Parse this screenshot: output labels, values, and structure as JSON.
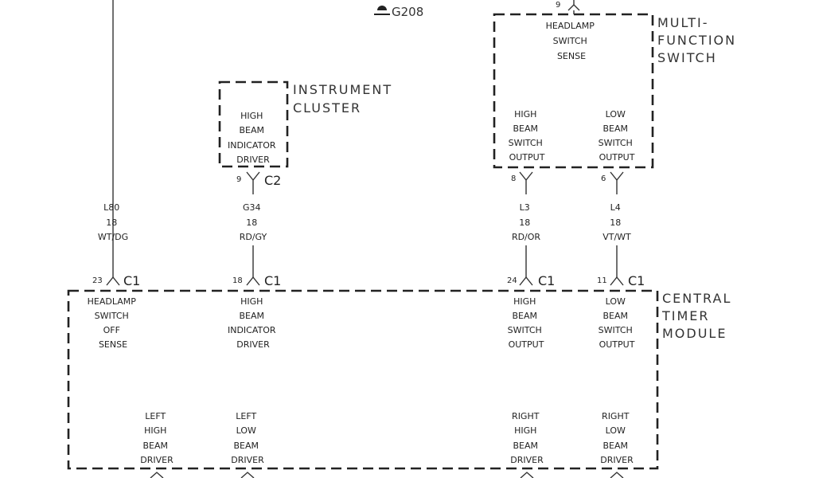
{
  "ground": {
    "label": "G208"
  },
  "boxes": {
    "mfs": {
      "title": [
        "MULTI-",
        "FUNCTION",
        "SWITCH"
      ]
    },
    "ic": {
      "title": [
        "INSTRUMENT",
        "CLUSTER"
      ]
    },
    "ctm": {
      "title": [
        "CENTRAL",
        "TIMER",
        "MODULE"
      ]
    }
  },
  "mfs_pins": {
    "top": {
      "pin": "9",
      "label": [
        "HEADLAMP",
        "SWITCH",
        "SENSE"
      ]
    },
    "high": {
      "pin": "8",
      "label": [
        "HIGH",
        "BEAM",
        "SWITCH",
        "OUTPUT"
      ]
    },
    "low": {
      "pin": "6",
      "label": [
        "LOW",
        "BEAM",
        "SWITCH",
        "OUTPUT"
      ]
    }
  },
  "ic_pin": {
    "pin": "9",
    "connector": "C2",
    "label": [
      "HIGH",
      "BEAM",
      "INDICATOR",
      "DRIVER"
    ]
  },
  "wires": [
    {
      "code": [
        "L80",
        "18",
        "WT/DG"
      ]
    },
    {
      "code": [
        "G34",
        "18",
        "RD/GY"
      ]
    },
    {
      "code": [
        "L3",
        "18",
        "RD/OR"
      ]
    },
    {
      "code": [
        "L4",
        "18",
        "VT/WT"
      ]
    }
  ],
  "ctm_top_pins": [
    {
      "pin": "23",
      "connector": "C1",
      "label": [
        "HEADLAMP",
        "SWITCH",
        "OFF",
        "SENSE"
      ]
    },
    {
      "pin": "18",
      "connector": "C1",
      "label": [
        "HIGH",
        "BEAM",
        "INDICATOR",
        "DRIVER"
      ]
    },
    {
      "pin": "24",
      "connector": "C1",
      "label": [
        "HIGH",
        "BEAM",
        "SWITCH",
        "OUTPUT"
      ]
    },
    {
      "pin": "11",
      "connector": "C1",
      "label": [
        "LOW",
        "BEAM",
        "SWITCH",
        "OUTPUT"
      ]
    }
  ],
  "ctm_bottom_pins": [
    {
      "label": [
        "LEFT",
        "HIGH",
        "BEAM",
        "DRIVER"
      ]
    },
    {
      "label": [
        "LEFT",
        "LOW",
        "BEAM",
        "DRIVER"
      ]
    },
    {
      "label": [
        "RIGHT",
        "HIGH",
        "BEAM",
        "DRIVER"
      ]
    },
    {
      "label": [
        "RIGHT",
        "LOW",
        "BEAM",
        "DRIVER"
      ]
    }
  ]
}
